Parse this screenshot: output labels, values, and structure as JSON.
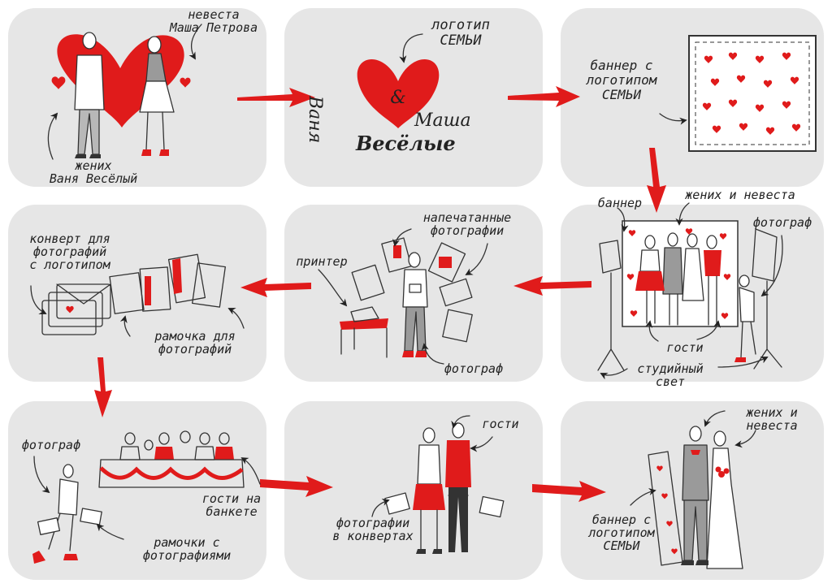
{
  "colors": {
    "accent": "#e01b1b",
    "panel": "#e6e6e6",
    "ink": "#222222"
  },
  "panels": [
    {
      "id": 1,
      "labels": {
        "bride": "невеста\nМаша Петрова",
        "groom": "жених\nВаня Весёлый"
      }
    },
    {
      "id": 2,
      "labels": {
        "family_logo": "логотип\nСЕМЬИ"
      },
      "logo": {
        "left_name": "Ваня",
        "right_name": "Маша",
        "ampersand": "&",
        "surname": "Весёлые"
      }
    },
    {
      "id": 3,
      "labels": {
        "banner": "баннер с\nлоготипом\nСЕМЬИ"
      }
    },
    {
      "id": 4,
      "labels": {
        "banner": "баннер",
        "couple": "жених и невеста",
        "photographer": "фотограф",
        "guests": "гости",
        "studio_light": "студийный\nсвет"
      }
    },
    {
      "id": 5,
      "labels": {
        "printed": "напечатанные\nфотографии",
        "printer": "принтер",
        "photographer": "фотограф"
      }
    },
    {
      "id": 6,
      "labels": {
        "envelope": "конверт для\nфотографий\nс логотипом",
        "frame": "рамочка для\nфотографий"
      }
    },
    {
      "id": 7,
      "labels": {
        "photographer": "фотограф",
        "banquet": "гости на\nбанкете",
        "frames": "рамочки с\nфотографиями"
      }
    },
    {
      "id": 8,
      "labels": {
        "guests": "гости",
        "envelopes": "фотографии\nв конвертах"
      }
    },
    {
      "id": 9,
      "labels": {
        "couple": "жених и\nневеста",
        "banner": "баннер с\nлоготипом\nСЕМЬИ"
      }
    }
  ]
}
